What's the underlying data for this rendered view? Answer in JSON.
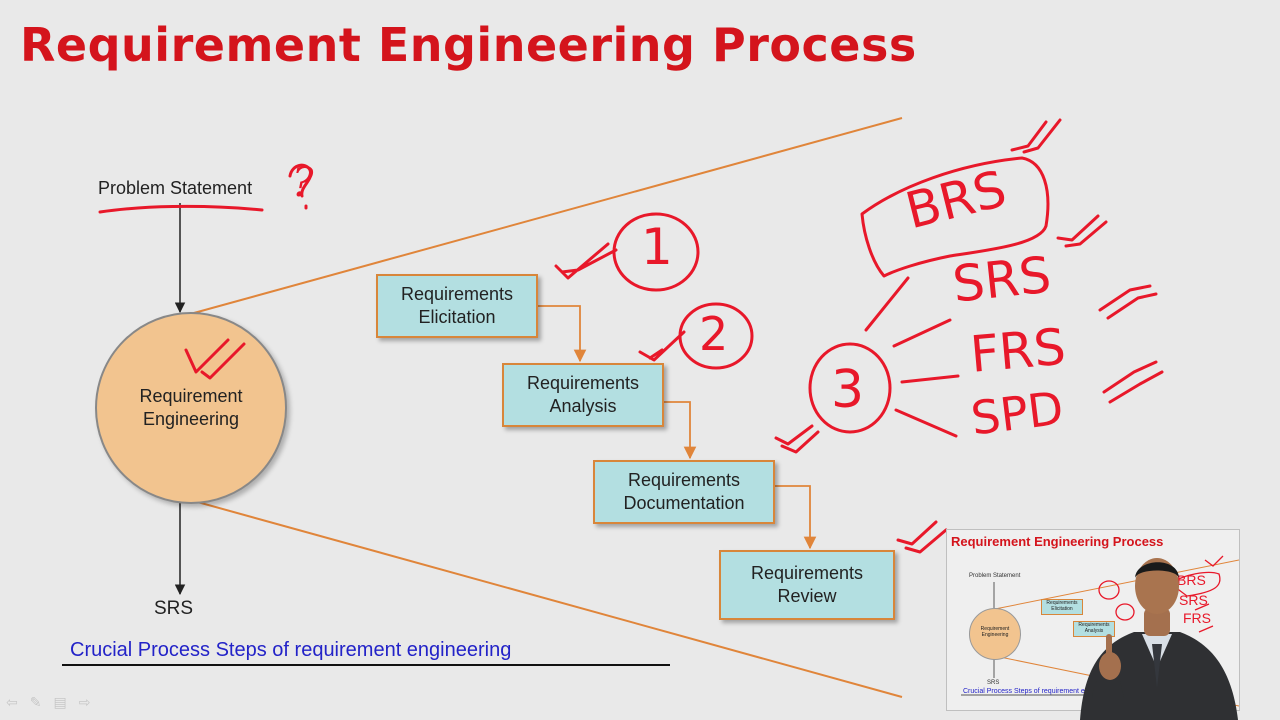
{
  "slide": {
    "title": "Requirement Engineering Process",
    "problem_statement": "Problem Statement",
    "center_label": "Requirement\nEngineering",
    "output_label": "SRS",
    "caption": "Crucial Process Steps of requirement engineering",
    "steps": [
      {
        "label": "Requirements\nElicitation"
      },
      {
        "label": "Requirements\nAnalysis"
      },
      {
        "label": "Requirements\nDocumentation"
      },
      {
        "label": "Requirements\nReview"
      }
    ]
  },
  "annotations": {
    "question_mark": "?",
    "circle_numbers": [
      "1",
      "2",
      "3"
    ],
    "documents": [
      "BRS",
      "SRS",
      "FRS",
      "SPD"
    ],
    "ink_color": "#e8182a"
  },
  "colors": {
    "title": "#d4141c",
    "caption": "#2323c8",
    "cone_lines": "#e0853a",
    "step_fill": "#b3dfe1",
    "circle_fill": "#f2c48f"
  },
  "pip": {
    "title": "Requirement Engineering Process",
    "problem_statement": "Problem Statement",
    "center_label": "Requirement\nEngineering",
    "output_label": "SRS",
    "caption": "Crucial Process Steps of requirement engineering",
    "steps": [
      "Requirements\nElicitation",
      "Requirements\nAnalysis"
    ],
    "documents": [
      "BRS",
      "SRS",
      "FRS"
    ]
  },
  "toolbar": {
    "icons": [
      "back-icon",
      "pen-icon",
      "slides-icon",
      "forward-icon"
    ]
  }
}
